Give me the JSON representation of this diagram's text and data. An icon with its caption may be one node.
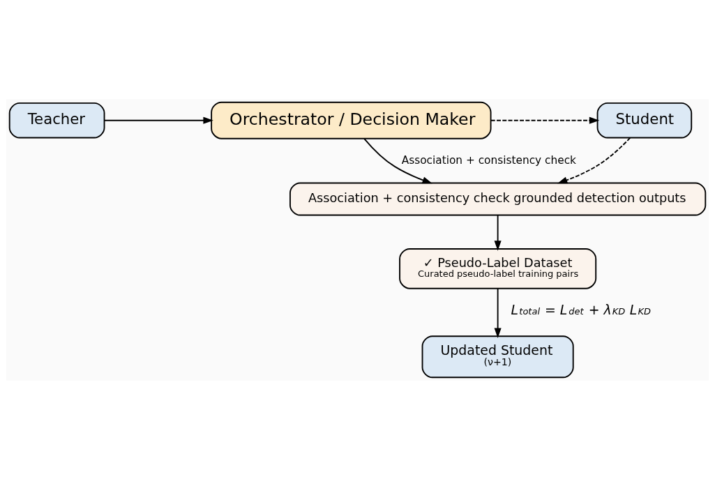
{
  "diagram": {
    "nodes": [
      {
        "text": [
          "Teacher"
        ]
      },
      {
        "text": [
          "Orchestrator / Decision Maker"
        ]
      },
      {
        "text": [
          "Student"
        ]
      },
      {
        "text": [
          "Association + consistency check grounded detection outputs"
        ]
      },
      {
        "text": [
          "✓ Pseudo-Label Dataset",
          "Curated pseudo-label training pairs"
        ]
      },
      {
        "text": [
          "Updated Student",
          "(ν+1)"
        ]
      }
    ],
    "edges": [
      {
        "from": 0,
        "to": 1,
        "arrow": "to"
      },
      {
        "from": 1,
        "to": 2,
        "arrow": "to",
        "style": "dashed"
      },
      {
        "from": 1,
        "to": 3,
        "arrow": "to",
        "label": "Association + consistency check"
      },
      {
        "from": 2,
        "to": 3,
        "arrow": "to",
        "style": "dashed"
      },
      {
        "from": 3,
        "to": 4,
        "arrow": "to"
      },
      {
        "from": 4,
        "to": 5,
        "arrow": "to",
        "label": "L$_{total}$ = L$_{det}$ + λ$_{KD}$ L$_{KD}$"
      }
    ]
  }
}
